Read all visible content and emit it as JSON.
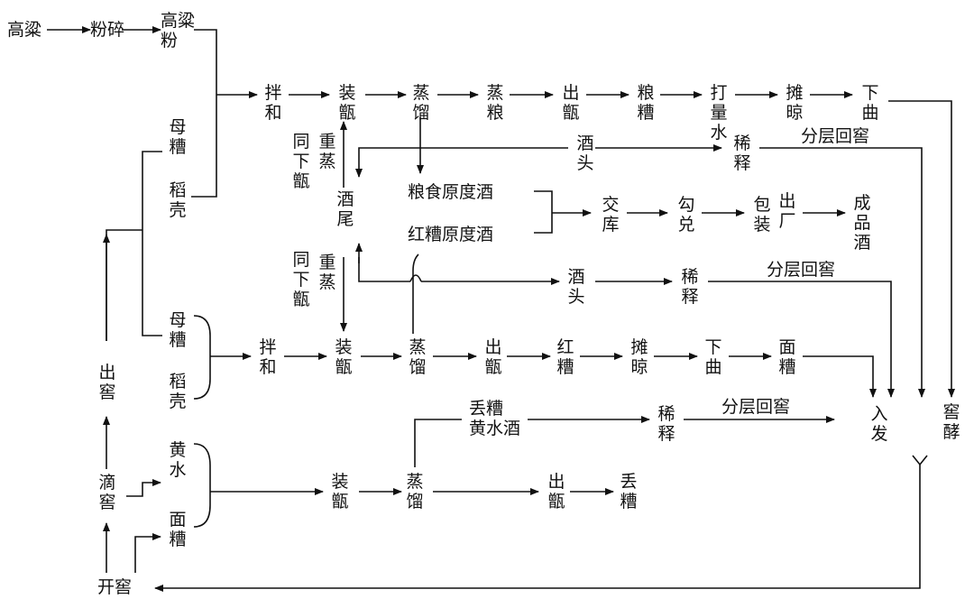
{
  "colors": {
    "ink": "#111111",
    "background": "#ffffff"
  },
  "labels": {
    "gaoliang": "高粱",
    "fensui": "粉碎",
    "gaoliangfen": "高粱粉",
    "muzao1": "母糟",
    "daoke1": "稻壳",
    "banhe1": "拌和",
    "zhuangzeng1": "装甑",
    "zhengliu1": "蒸馏",
    "zhengliang": "蒸粮",
    "chuzeng1": "出甑",
    "liangzao": "粮糟",
    "daliangshui": "打量水",
    "tanliang1": "摊晾",
    "xiaqu1": "下曲",
    "tongxiazeng1": "同下甑",
    "chongzheng1": "重蒸",
    "jiutou1": "酒头",
    "xishi1": "稀释",
    "fenceng1": "分层回窖",
    "jiuwei": "酒尾",
    "liangshi_jiu": "粮食原度酒",
    "hongzao_jiu": "红糟原度酒",
    "jiaoku": "交库",
    "goudui": "勾兑",
    "baozhuang": "包装",
    "chuchang": "出厂",
    "chengpinjiu": "成品酒",
    "tongxiazeng2": "同下甑",
    "chongzheng2": "重蒸",
    "jiutou2": "酒头",
    "xishi2": "稀释",
    "fenceng2": "分层回窖",
    "muzao2": "母糟",
    "daoke2": "稻壳",
    "banhe2": "拌和",
    "zhuangzeng2": "装甑",
    "zhengliu2": "蒸馏",
    "chuzeng2": "出甑",
    "hongzao": "红糟",
    "tanliang2": "摊晾",
    "xiaqu2": "下曲",
    "mianzao1": "面糟",
    "rufa": "入发",
    "jiaojiao": "窖酵",
    "chujiao": "出窖",
    "diujao_huangshuijiu": "丢糟\n黄水酒",
    "xishi3": "稀释",
    "fenceng3": "分层回窖",
    "huangshui": "黄水",
    "dijiao": "滴窖",
    "mianzao2": "面糟",
    "zhuangzeng3": "装甑",
    "zhengliu3": "蒸馏",
    "chuzeng3": "出甑",
    "diuzao": "丢糟",
    "kaijiao": "开窖"
  }
}
